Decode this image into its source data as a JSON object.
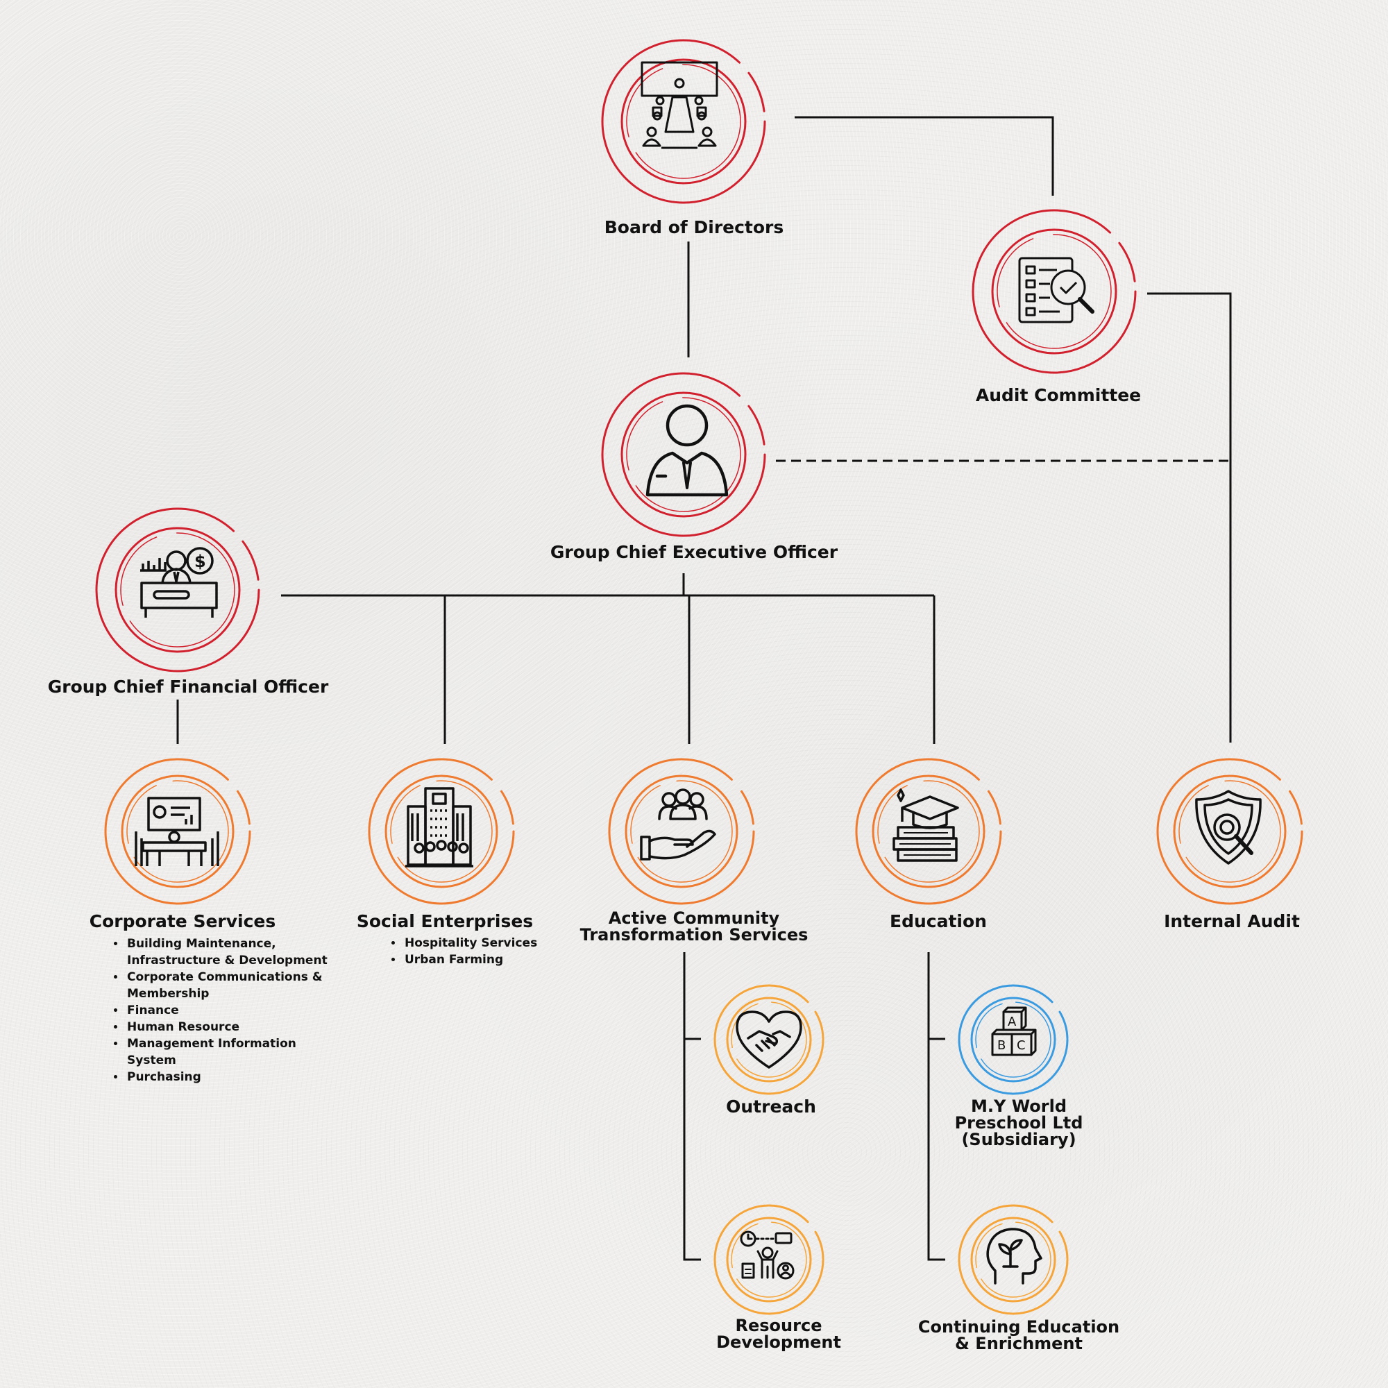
{
  "colors": {
    "red_ring": "#d1212e",
    "orange_ring": "#ee7b2f",
    "light_orange_ring": "#f5a53a",
    "blue_ring": "#3b9be0",
    "line": "#111111",
    "background": "#efeeec"
  },
  "nodes": {
    "board": {
      "label": "Board of Directors",
      "icon": "boardroom-meeting-icon"
    },
    "audit_committee": {
      "label": "Audit Committee",
      "icon": "checklist-magnifier-icon"
    },
    "ceo": {
      "label": "Group Chief Executive Officer",
      "icon": "businessman-icon"
    },
    "cfo": {
      "label": "Group Chief Financial Officer",
      "icon": "finance-officer-desk-icon"
    },
    "corporate_services": {
      "label": "Corporate Services",
      "icon": "presentation-meeting-icon",
      "items": [
        "Building Maintenance,",
        "Infrastructure & Development",
        "Corporate Communications &",
        "Membership",
        "Finance",
        "Human Resource",
        "Management Information",
        "System",
        "Purchasing"
      ]
    },
    "social_enterprises": {
      "label": "Social Enterprises",
      "icon": "building-people-icon",
      "items": [
        "Hospitality Services",
        "Urban Farming"
      ]
    },
    "acts": {
      "label_line1": "Active Community",
      "label_line2": "Transformation Services",
      "icon": "hand-community-icon"
    },
    "education": {
      "label": "Education",
      "icon": "graduation-books-icon"
    },
    "internal_audit": {
      "label": "Internal Audit",
      "icon": "shield-magnifier-icon"
    },
    "outreach": {
      "label": "Outreach",
      "icon": "heart-handshake-icon"
    },
    "resource_development": {
      "label_line1": "Resource",
      "label_line2": "Development",
      "icon": "person-resources-icon"
    },
    "preschool": {
      "label_line1": "M.Y World",
      "label_line2": "Preschool Ltd",
      "label_line3": "(Subsidiary)",
      "icon": "abc-blocks-icon"
    },
    "continuing_ed": {
      "label_line1": "Continuing Education",
      "label_line2": "& Enrichment",
      "icon": "head-plant-icon"
    }
  }
}
